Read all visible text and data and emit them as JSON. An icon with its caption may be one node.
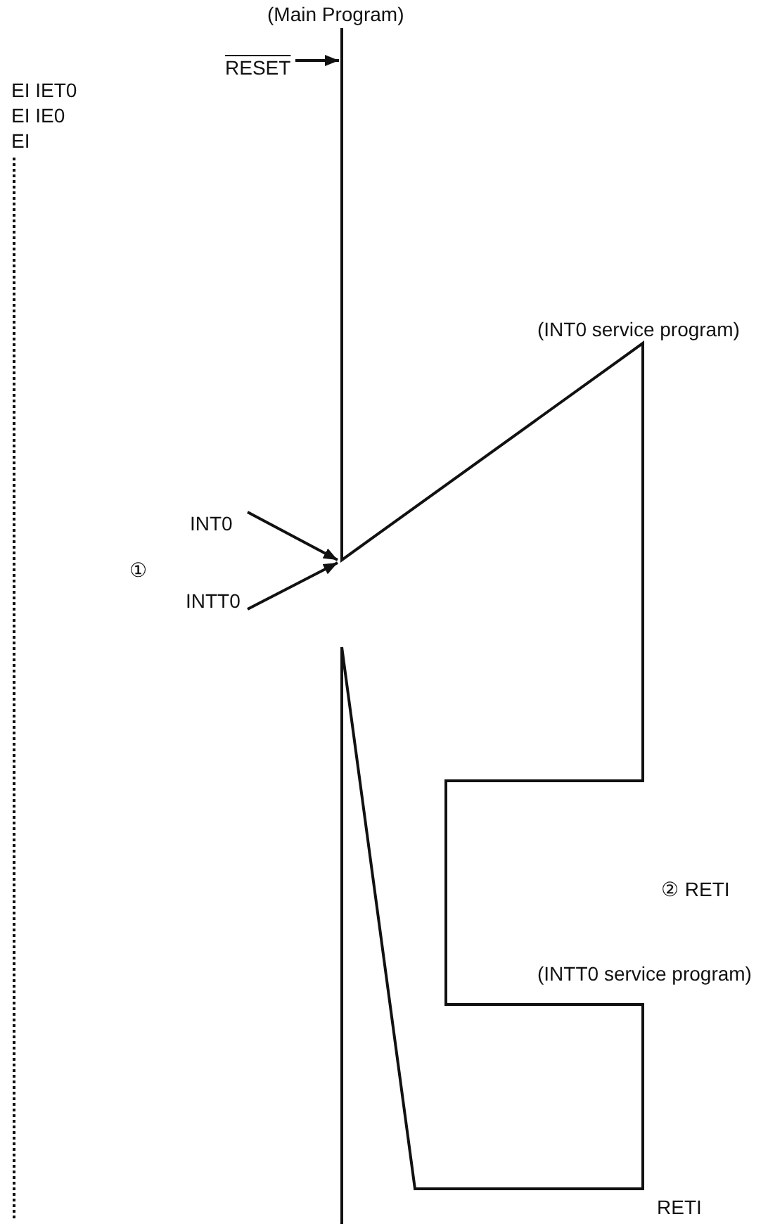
{
  "diagram": {
    "nodes": [
      {
        "text": [
          "RESET"
        ]
      },
      {
        "text": [
          "INT0"
        ]
      },
      {
        "text": [
          "INTT0"
        ]
      }
    ],
    "edges": [
      {
        "from": 0,
        "to": null,
        "arrow": "to"
      },
      {
        "from": 1,
        "to": null,
        "arrow": "to"
      },
      {
        "from": 2,
        "to": null,
        "arrow": "to"
      }
    ],
    "labels": [
      "(Main Program)",
      "EI IET0",
      "EI IE0",
      "EI",
      "(INT0 service program)",
      "①",
      "② RETI",
      "(INTT0 service program)",
      "RETI"
    ]
  }
}
